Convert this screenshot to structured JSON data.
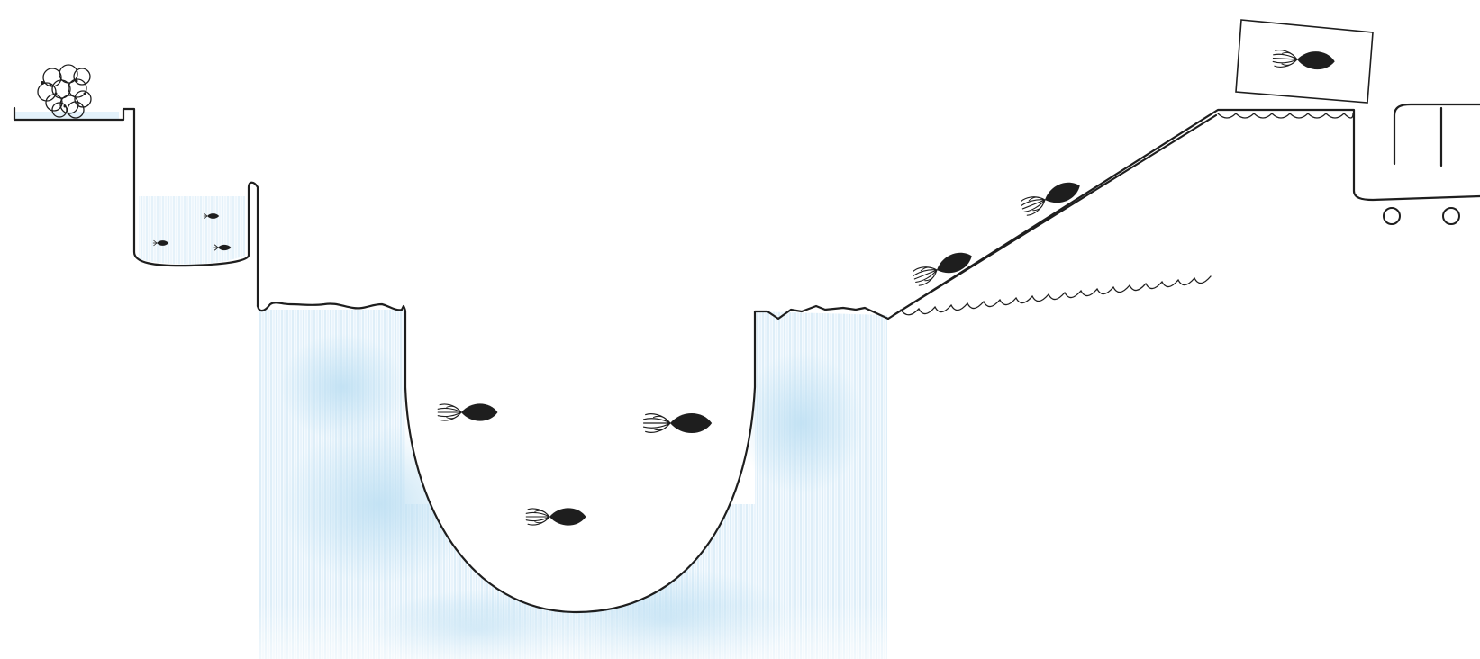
{
  "diagram": {
    "colors": {
      "ink": "#1e1e1e",
      "water": "#cfe8f6",
      "water_light": "#e9f5fc",
      "background": "#ffffff"
    },
    "elements": [
      {
        "id": "egg-cluster",
        "icon": "egg-cluster-icon",
        "count": 12
      },
      {
        "id": "hatchery-tank",
        "icon": "tank-icon",
        "fish_count": 3
      },
      {
        "id": "grow-out-pond",
        "icon": "pond-icon",
        "fish_count": 3
      },
      {
        "id": "fish-ramp",
        "icon": "conveyor-icon",
        "fish_count": 2
      },
      {
        "id": "fish-crate",
        "icon": "crate-icon",
        "fish_count": 1
      },
      {
        "id": "transport-cart",
        "icon": "cart-icon",
        "wheels": 2
      }
    ]
  }
}
